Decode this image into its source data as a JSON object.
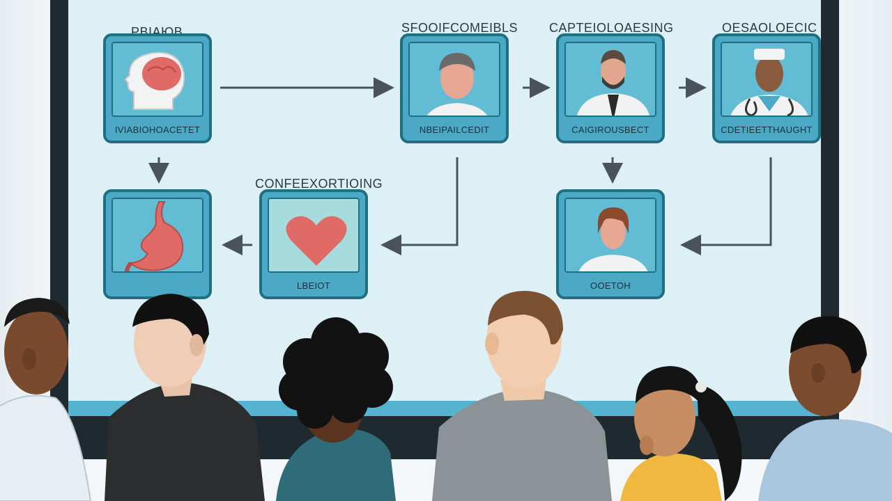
{
  "headers": {
    "h1": "PBIAЮB",
    "h2": "SFOOIFCOMEIBLS",
    "h3": "CAPTEIOLOAESING",
    "h4": "OESAOLOECIC",
    "h5": "CONFEEXORTIOING"
  },
  "tiles": {
    "brain": "IVIABIOHOACETET",
    "patient": "NBEIPAILCEDIT",
    "doctor_beard": "CAIGIROUSBECT",
    "surgeon": "CDETIEETTHAUGHT",
    "stomach": "",
    "heart": "LBEIOT",
    "female_doctor": "OOETOH"
  },
  "colors": {
    "tile_border": "#1e6f82",
    "tile_fill": "#4ba9c5",
    "screen_bg": "#dcf0f6"
  }
}
